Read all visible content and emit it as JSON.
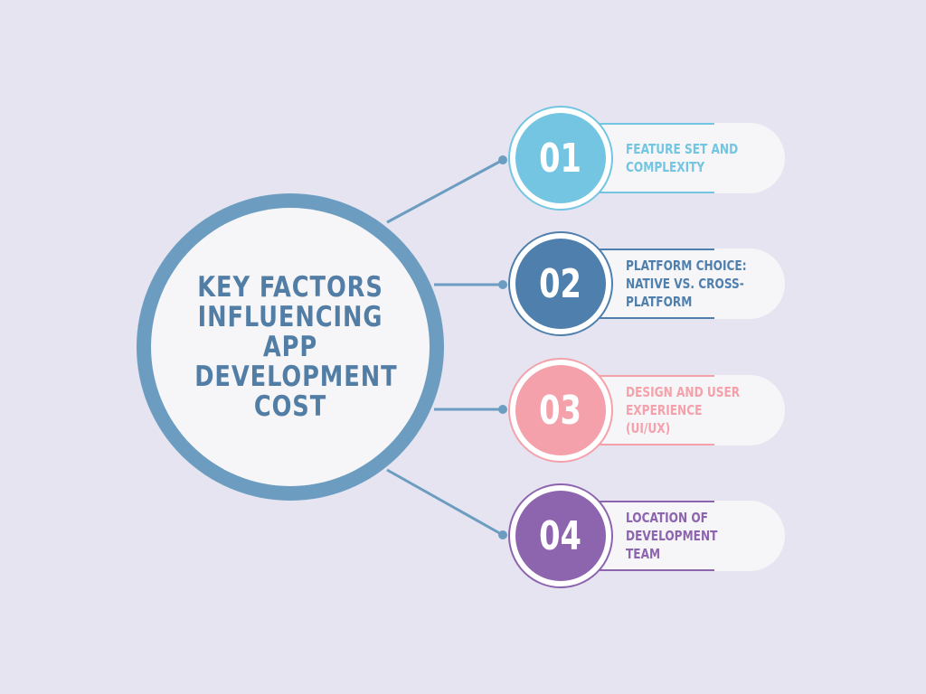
{
  "title": "KEY FACTORS INFLUENCING APP DEVELOPMENT COST",
  "colors": {
    "background": "#e5e4f0",
    "hub_ring": "#6c9dc0",
    "hub_text": "#527ea6",
    "connector": "#6c9dc0"
  },
  "items": [
    {
      "number": "01",
      "label": "FEATURE SET AND COMPLEXITY",
      "color": "#73c5e2"
    },
    {
      "number": "02",
      "label": "PLATFORM CHOICE: NATIVE VS. CROSS-PLATFORM",
      "color": "#4f7fad"
    },
    {
      "number": "03",
      "label": "DESIGN AND USER EXPERIENCE (UI/UX)",
      "color": "#f4a1ab"
    },
    {
      "number": "04",
      "label": "LOCATION OF DEVELOPMENT TEAM",
      "color": "#8d64ae"
    }
  ]
}
